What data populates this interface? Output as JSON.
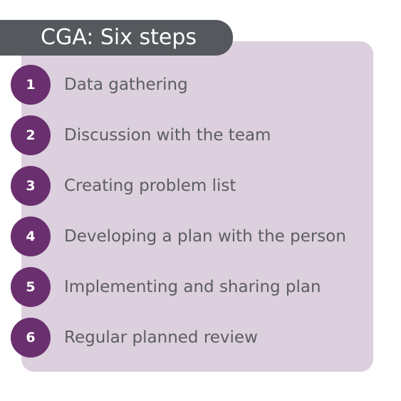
{
  "title": "CGA: Six steps",
  "steps": [
    {
      "number": "1",
      "label": "Data gathering"
    },
    {
      "number": "2",
      "label": "Discussion with the team"
    },
    {
      "number": "3",
      "label": "Creating problem list"
    },
    {
      "number": "4",
      "label": "Developing a plan with the person"
    },
    {
      "number": "5",
      "label": "Implementing and sharing plan"
    },
    {
      "number": "6",
      "label": "Regular planned review"
    }
  ],
  "colors": {
    "title_bar": "#55585c",
    "card_background": "#dccfde",
    "step_circle": "#6a2f6e",
    "step_text": "#5b5e62"
  }
}
